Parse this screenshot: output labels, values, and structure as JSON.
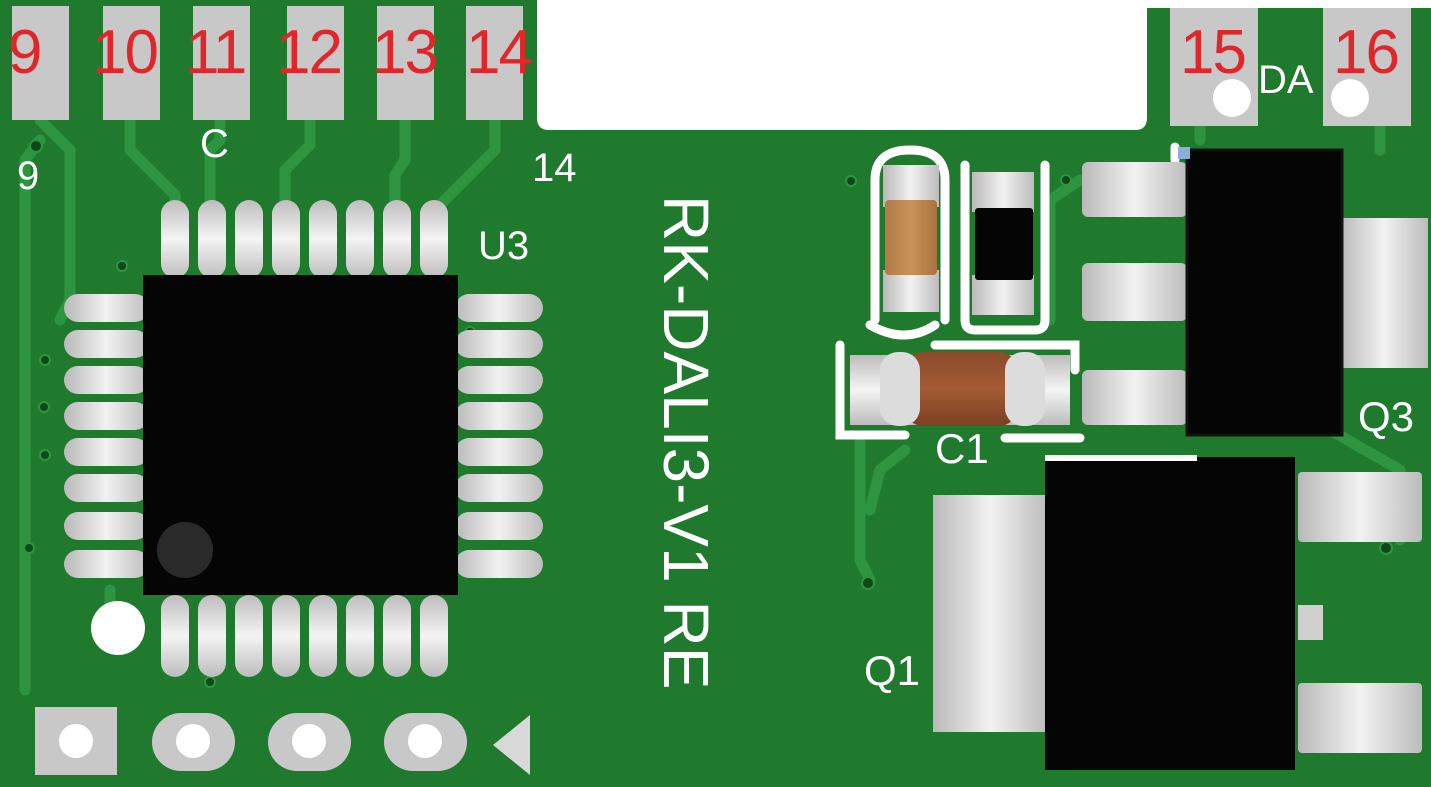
{
  "pins_top": [
    "9",
    "10",
    "11",
    "12",
    "13",
    "14",
    "15",
    "16"
  ],
  "silkscreen": {
    "pin9": "9",
    "pin14": "14",
    "c_label": "C",
    "u3": "U3",
    "da": "DA",
    "c1": "C1",
    "q1": "Q1",
    "q3": "Q3",
    "board_name": "RK-DALI3-V1 RE"
  },
  "colors": {
    "pcb_green": "#1f7a2e",
    "trace_green": "#2e9440",
    "pin_number_red": "#e0262b",
    "pad_silver": "#c8c8c8",
    "chip_black": "#050505"
  }
}
